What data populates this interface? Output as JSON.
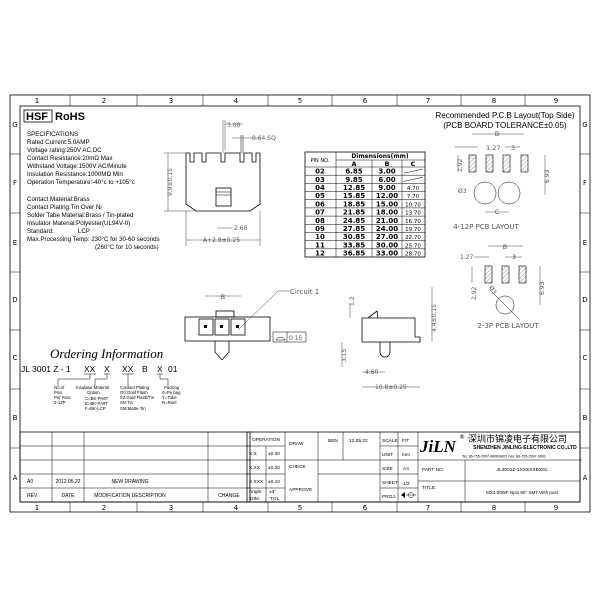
{
  "frame": {
    "columns": [
      "1",
      "2",
      "3",
      "4",
      "5",
      "6",
      "7",
      "8",
      "9"
    ],
    "rows": [
      "G",
      "F",
      "E",
      "D",
      "C",
      "B",
      "A"
    ]
  },
  "header": {
    "hsf": "HSF",
    "rohs": "RoHS"
  },
  "specifications": {
    "title": "SPECIFICATIONS",
    "lines": [
      "Rated Current:5.0AMP",
      "Voltage rating:250V AC,DC",
      "Contact Resistance:20mΩ Max",
      "Withstand Voltage:1500V AC/Minute",
      "Insulation Resistance:1000MΩ Min",
      "Operation Temperature:-40°c to +105°c"
    ],
    "materials": [
      "Contact Material:Brass",
      "Contact Plating:Tin Over Ni",
      "Solder Tabe Material:Brass / Tin-plated",
      "Insulator Material:Polyester(UL94V-0)",
      "Standard:              LCP",
      "Max.Processing Temp: 230°C for 30-60 seconds",
      "(260°C for 10 seconds)"
    ]
  },
  "top_view": {
    "pitch": "3.00",
    "pin": "0.64 SQ",
    "height": "9.9±0.15",
    "offset": "2.60",
    "width": "A+2.8±0.25"
  },
  "dimension_table": {
    "header_pin": "PIN NO.",
    "header_dims": "Dimensions(mm)",
    "columns": [
      "A",
      "B",
      "C"
    ],
    "rows": [
      [
        "02",
        "6.85",
        "3.00",
        ""
      ],
      [
        "03",
        "9.85",
        "6.00",
        ""
      ],
      [
        "04",
        "12.85",
        "9.00",
        "4.70"
      ],
      [
        "05",
        "15.85",
        "12.00",
        "7.70"
      ],
      [
        "06",
        "18.85",
        "15.00",
        "10.70"
      ],
      [
        "07",
        "21.85",
        "18.00",
        "13.70"
      ],
      [
        "08",
        "24.85",
        "21.00",
        "16.70"
      ],
      [
        "09",
        "27.85",
        "24.00",
        "19.70"
      ],
      [
        "10",
        "30.85",
        "27.00",
        "22.70"
      ],
      [
        "11",
        "33.85",
        "30.00",
        "25.70"
      ],
      [
        "12",
        "36.85",
        "33.00",
        "28.70"
      ]
    ]
  },
  "pcb": {
    "title": "Recommended P.C.B Layout(Top Side)",
    "tolerance": "(PCB BOARD TOLERANCE±0.05)",
    "b": "B",
    "pitch": "1.27",
    "three": "3",
    "h1": "2.92",
    "h2": "6.93",
    "hole": "Ø3",
    "c": "C",
    "layout_4_12": "4-12P PCB LAYOUT",
    "layout_2_3": "2-3P PCB LAYOUT"
  },
  "front_view": {
    "b": "B",
    "circuit": "Circuit 1",
    "flatness": "0.15"
  },
  "side_view": {
    "top": "1.2",
    "height": "4.4±0.15",
    "h2": "3.15",
    "d1": "4.60",
    "d2": "10.8±0.25"
  },
  "ordering": {
    "title": "Ordering Information",
    "code": [
      "JL 3001 Z - 1",
      "XX",
      "X",
      "XX",
      "B",
      "X",
      "01"
    ],
    "legend_pins": [
      "No.of",
      "Pins",
      "Per Row",
      "2-12P"
    ],
    "legend_insulator": [
      "Insulator Material",
      "Option",
      "C=BK-PA6T",
      "E=BK-PA9T",
      "F=BK-LCP"
    ],
    "legend_plating": [
      "Contact Plating",
      "G0:Gold Flash",
      "S2:Gold Flash/Tin",
      "SN:Tin",
      "SM:Matte-Tin"
    ],
    "legend_packing": [
      "Packing",
      "0=Pe bag",
      "T=Tube",
      "R=Reel"
    ]
  },
  "revision_table": {
    "rev": "A0",
    "date": "2012.05.22",
    "description": "NEW DRAWING",
    "headers": [
      "REV",
      "DATE",
      "MODIFICATION DESCRIPTION",
      "CHANGE"
    ]
  },
  "title_block": {
    "operation": "OPERATION",
    "tolerances": [
      [
        "X.X",
        "±0.30"
      ],
      [
        "X.XX",
        "±0.20"
      ],
      [
        "X.XXX",
        "±0.10"
      ],
      [
        "Angle",
        "±3°"
      ]
    ],
    "dim": "DIM",
    "tol": "TOL",
    "draw": "DRAW",
    "drawer": "BEN",
    "draw_date": "12.05.22",
    "check": "CHECK",
    "approve": "APPROVE",
    "scale_label": "SCALE",
    "scale": "FIT",
    "unit_label": "UNIT",
    "unit": "mm",
    "size_label": "SIZE",
    "size": "A4",
    "sheet_label": "SHEET",
    "sheet": "1/2",
    "proj_label": "PROJ.",
    "logo": "JiLN",
    "company_cn": "深圳市锦凌电子有限公司",
    "company_en": "SHENZHEN JINLING ELECTRONIC CO.,LTD",
    "contact": "Tel: 86-755-2997-9806/9803   Fax: 86-755-2997-9982",
    "part_no_label": "PART NO.",
    "part_no": "JL3001Z-1XXXXXBX01",
    "title_label": "TITLE:",
    "title": "MX3.00WF Npin 90° SMT With post"
  }
}
